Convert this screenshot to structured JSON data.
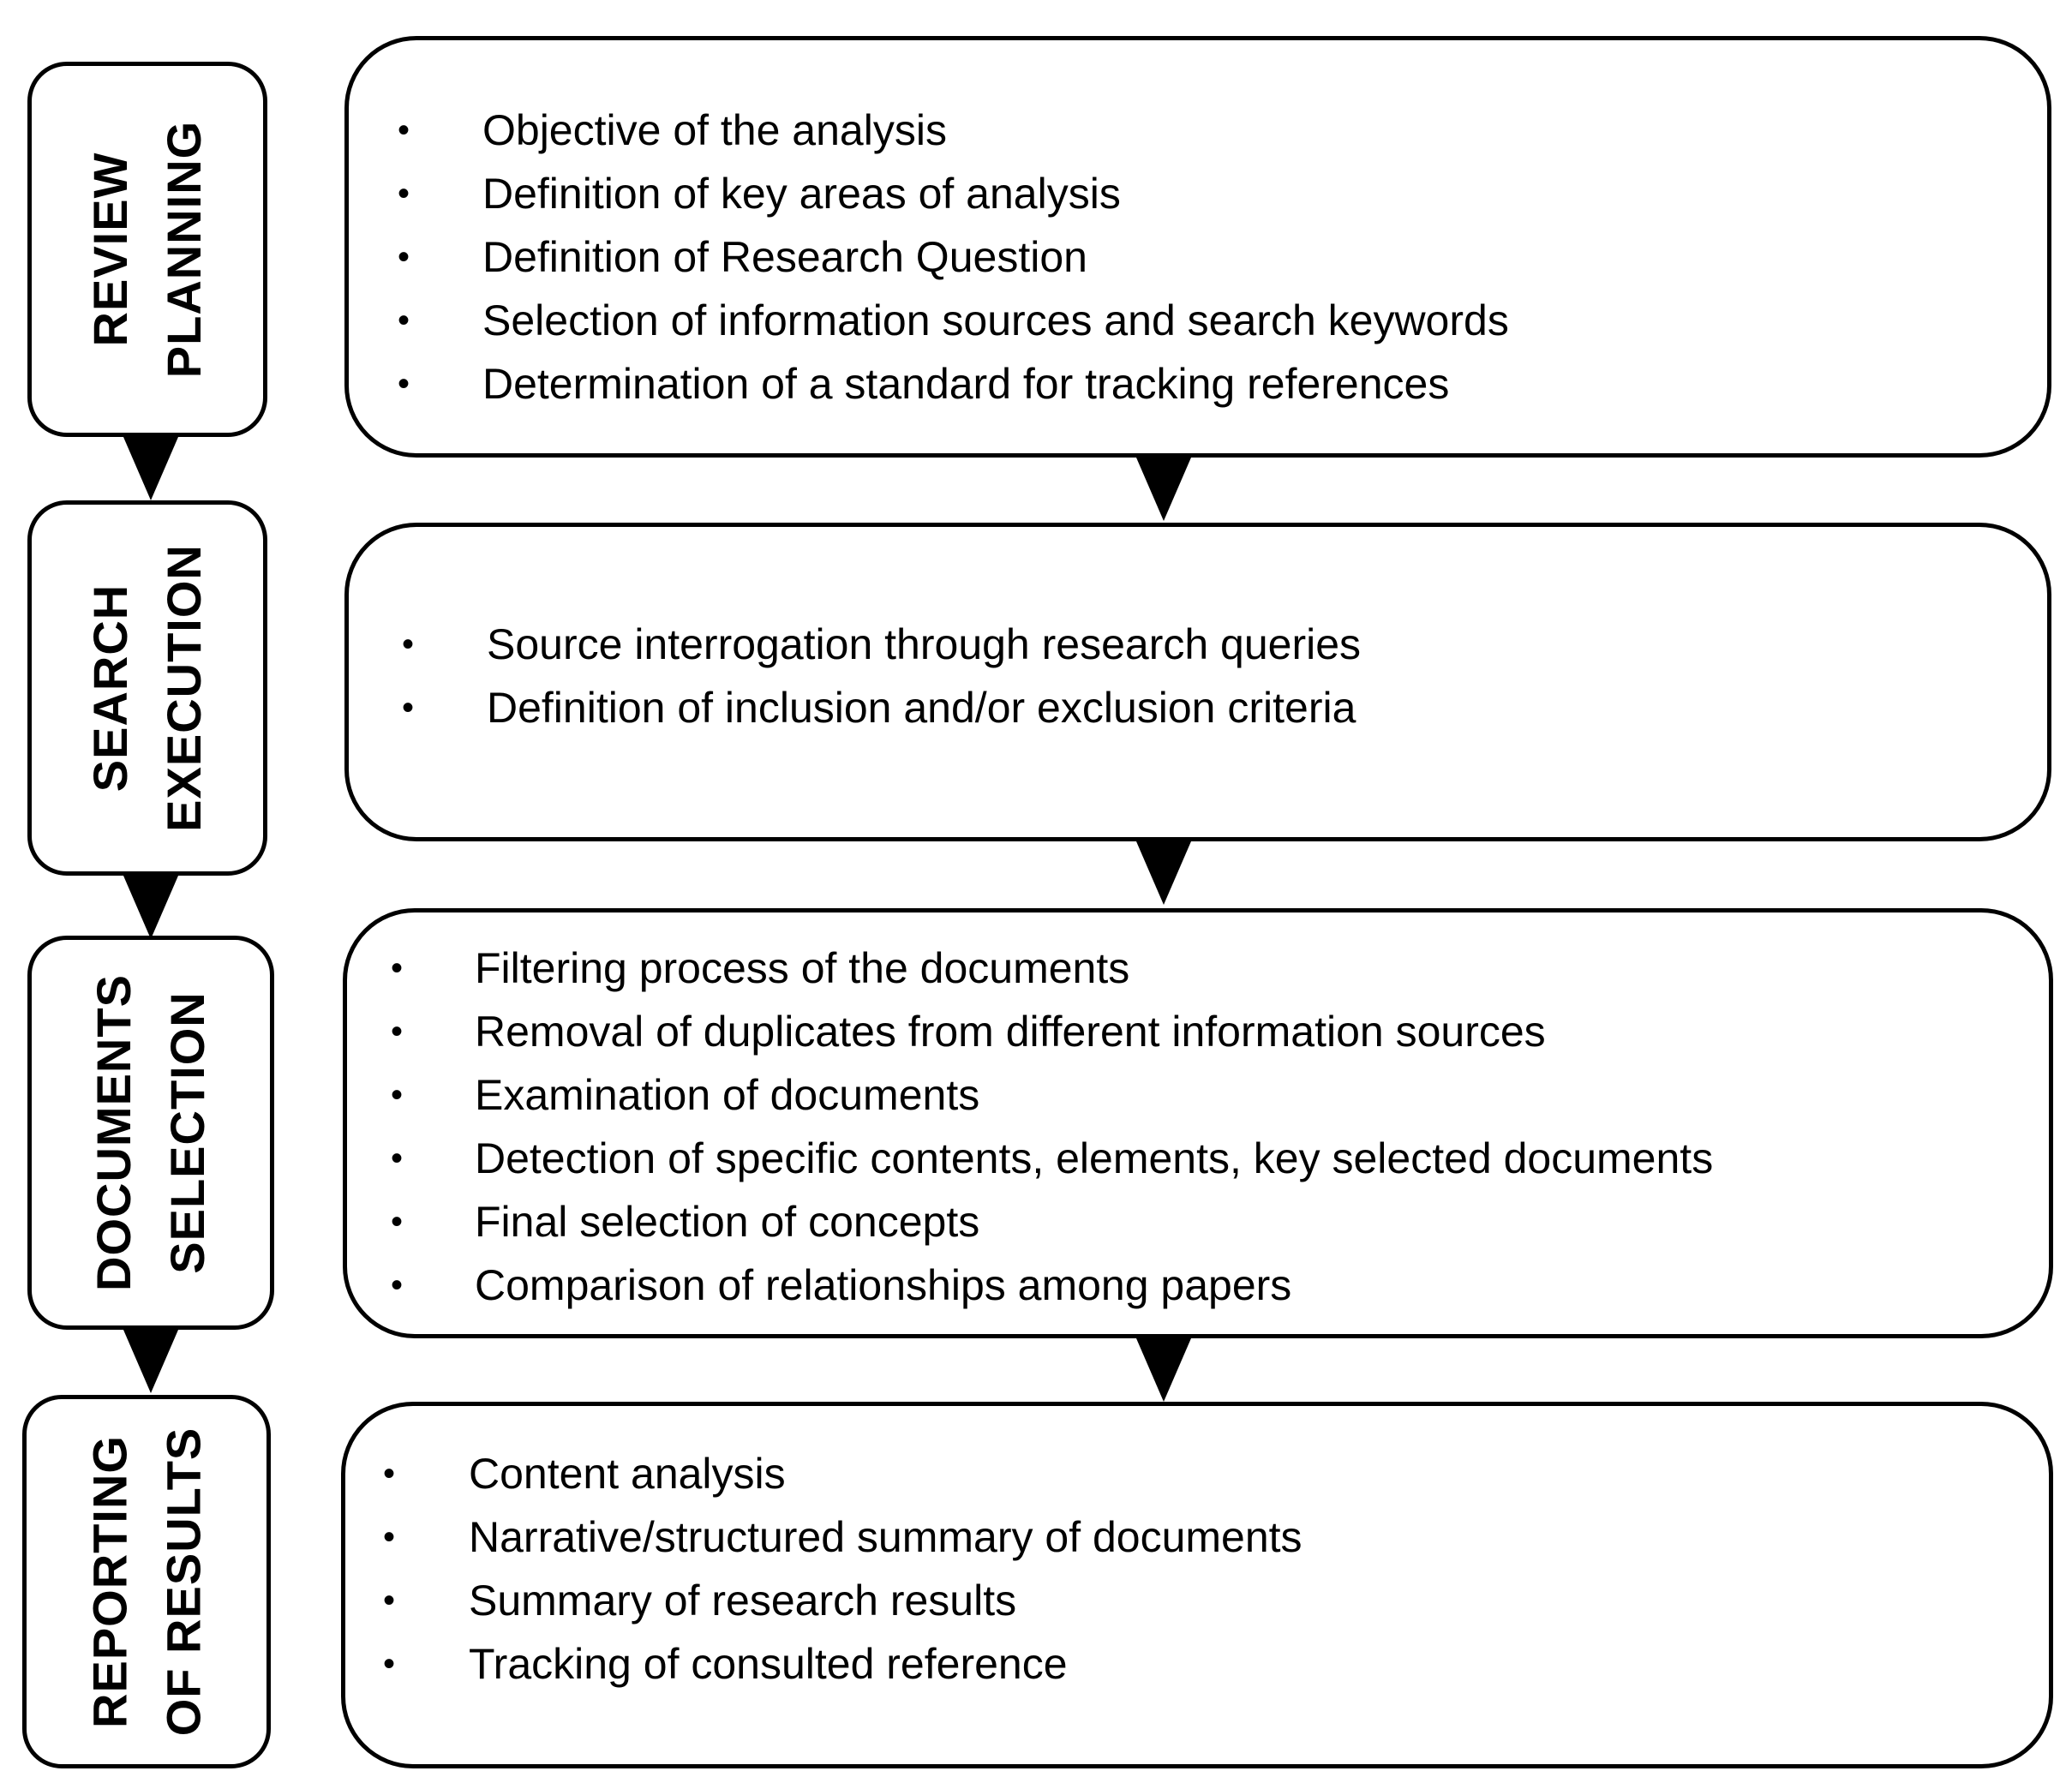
{
  "stages": [
    {
      "label_lines": [
        "REVIEW",
        "PLANNING"
      ],
      "items": [
        "Objective of the analysis",
        "Definition of key areas of analysis",
        "Definition of Research Question",
        "Selection of information sources and search keywords",
        "Determination of a standard for tracking  references"
      ]
    },
    {
      "label_lines": [
        "SEARCH",
        "EXECUTION"
      ],
      "items": [
        "Source interrogation through research queries",
        "Definition of inclusion and/or exclusion criteria"
      ]
    },
    {
      "label_lines": [
        "DOCUMENTS",
        "SELECTION"
      ],
      "items": [
        "Filtering process of the documents",
        "Removal of duplicates from different information sources",
        "Examination of documents",
        "Detection of specific contents, elements, key selected documents",
        "Final selection of concepts",
        "Comparison of relationships among papers"
      ]
    },
    {
      "label_lines": [
        "REPORTING",
        "OF RESULTS"
      ],
      "items": [
        "Content analysis",
        "Narrative/structured  summary of documents",
        "Summary of research results",
        "Tracking of consulted reference"
      ]
    }
  ],
  "bullet_symbol": "•"
}
